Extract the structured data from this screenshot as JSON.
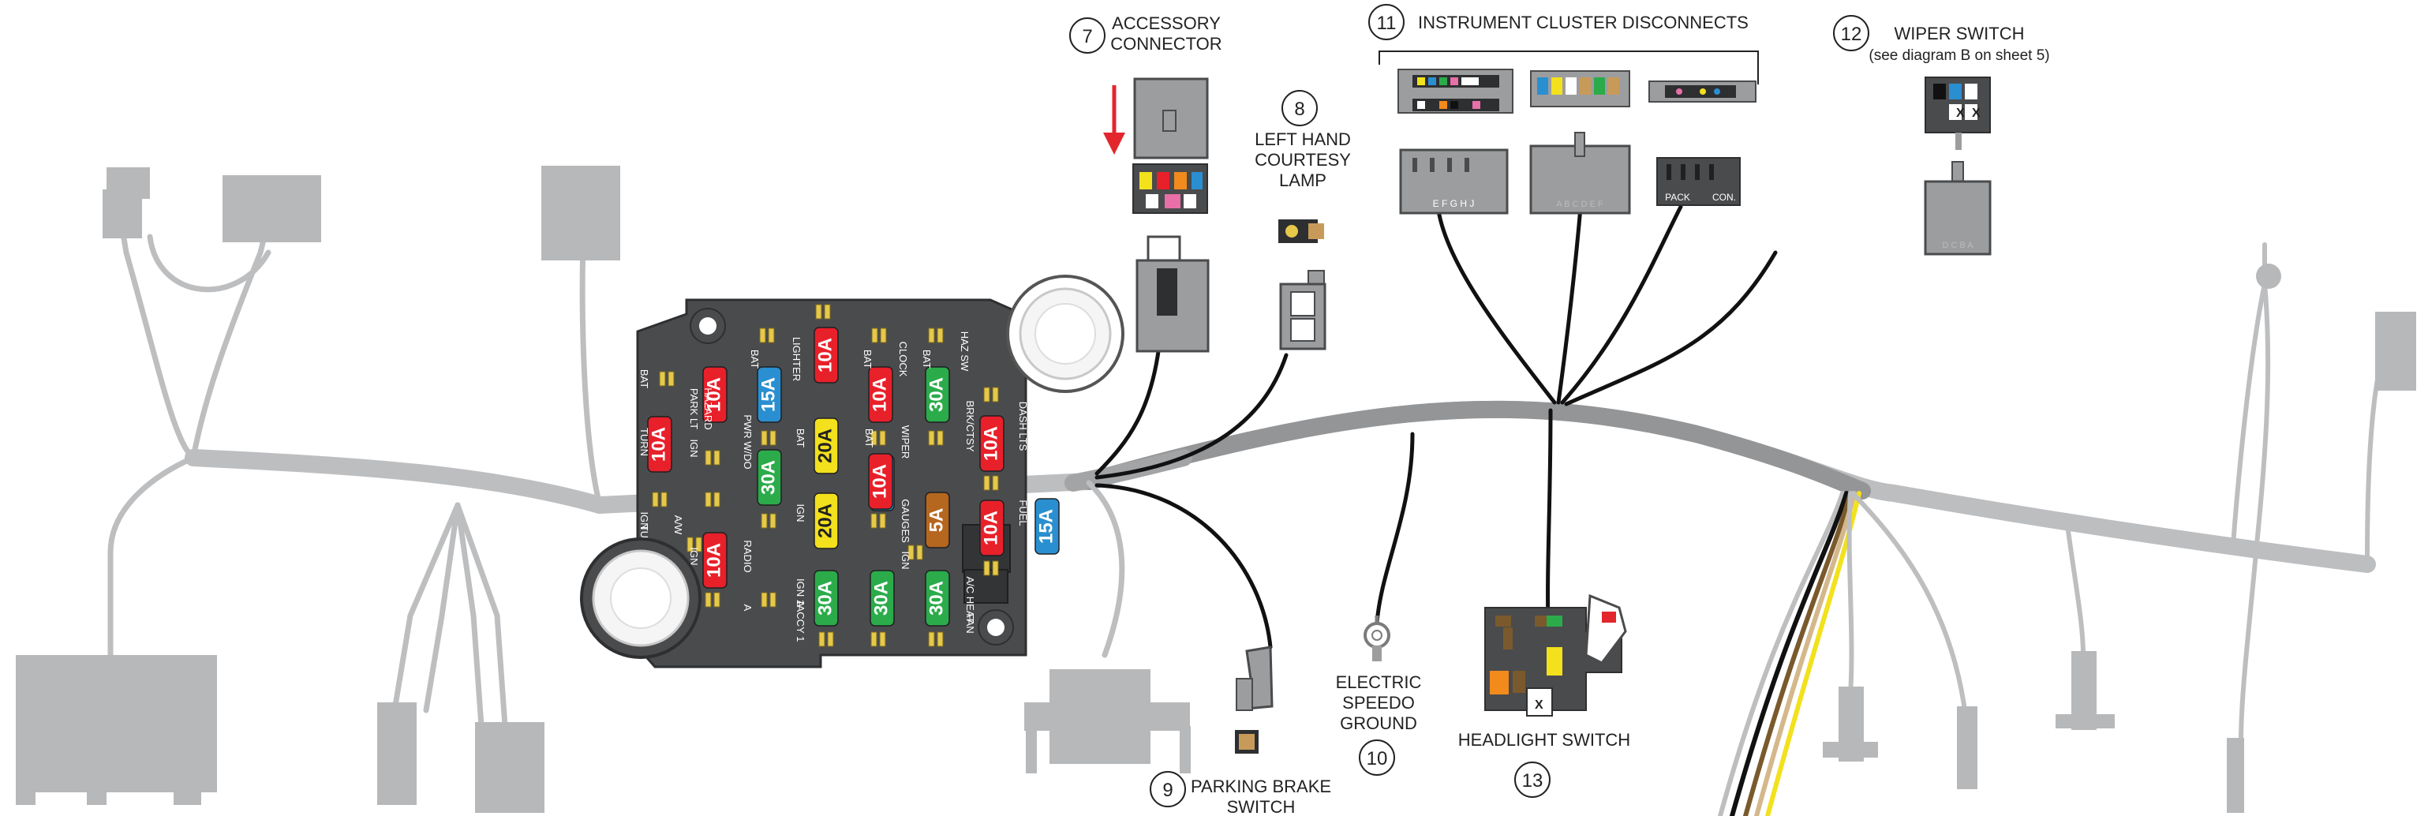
{
  "callouts": {
    "c7": {
      "num": "7",
      "lines": [
        "ACCESSORY",
        "CONNECTOR"
      ]
    },
    "c8": {
      "num": "8",
      "lines": [
        "LEFT HAND",
        "COURTESY",
        "LAMP"
      ]
    },
    "c9": {
      "num": "9",
      "lines": [
        "PARKING BRAKE",
        "SWITCH"
      ]
    },
    "c10": {
      "num": "10",
      "lines": [
        "ELECTRIC",
        "SPEEDO",
        "GROUND"
      ]
    },
    "c11": {
      "num": "11",
      "lines": [
        "INSTRUMENT CLUSTER DISCONNECTS"
      ]
    },
    "c12": {
      "num": "12",
      "lines": [
        "WIPER SWITCH",
        "(see diagram B on sheet 5)"
      ]
    },
    "c13": {
      "num": "13",
      "lines": [
        "HEADLIGHT SWITCH"
      ]
    }
  },
  "cluster_pin_labels": {
    "left": "E F G H J",
    "middle": "A B C D E F",
    "right_a": "PACK",
    "right_b": "CON."
  },
  "wiper_pin_label": "D C B A",
  "fuse_panel": {
    "fuses": [
      {
        "rating": "10A",
        "color": "#e8202a"
      },
      {
        "rating": "10A",
        "color": "#e8202a"
      },
      {
        "rating": "15A",
        "color": "#2a8fd0"
      },
      {
        "rating": "10A",
        "color": "#e8202a"
      },
      {
        "rating": "10A",
        "color": "#e8202a"
      },
      {
        "rating": "30A",
        "color": "#2bab4a"
      },
      {
        "rating": "20A",
        "color": "#f2e11c"
      },
      {
        "rating": "10A",
        "color": "#e8202a"
      },
      {
        "rating": "15A",
        "color": "#2a8fd0"
      },
      {
        "rating": "10A",
        "color": "#e8202a"
      },
      {
        "rating": "30A",
        "color": "#2bab4a"
      },
      {
        "rating": "20A",
        "color": "#f2e11c"
      },
      {
        "rating": "10A",
        "color": "#e8202a"
      },
      {
        "rating": "5A",
        "color": "#b5661f"
      },
      {
        "rating": "15A",
        "color": "#2a8fd0"
      },
      {
        "rating": "10A",
        "color": "#e8202a"
      },
      {
        "rating": "30A",
        "color": "#2bab4a"
      },
      {
        "rating": "30A",
        "color": "#2bab4a"
      },
      {
        "rating": "30A",
        "color": "#2bab4a"
      }
    ],
    "labels": [
      "BAT",
      "PARK LT",
      "HAZARD",
      "BAT",
      "LIGHTER",
      "BAT",
      "CLOCK",
      "BAT",
      "HAZ SW",
      "BRK/CTSY",
      "DASH LTS",
      "TURN",
      "IGN",
      "PWR W/DO",
      "BAT",
      "BAT",
      "WIPER",
      "IGN",
      "GAUGES",
      "FUEL",
      "IGN",
      "TURN SW",
      "A/W",
      "IGN",
      "RADIO",
      "IGN 1",
      "IGN",
      "A/C HEAT",
      "ACCY 1",
      "FAN",
      "A",
      "A"
    ]
  },
  "colors": {
    "harness_gray": "#bdbec0",
    "harness_dark": "#8e8f91",
    "connector_gray": "#b7b8ba",
    "panel_dark": "#4a4b4d",
    "wire_black": "#111111",
    "arrow_red": "#e3262c"
  }
}
